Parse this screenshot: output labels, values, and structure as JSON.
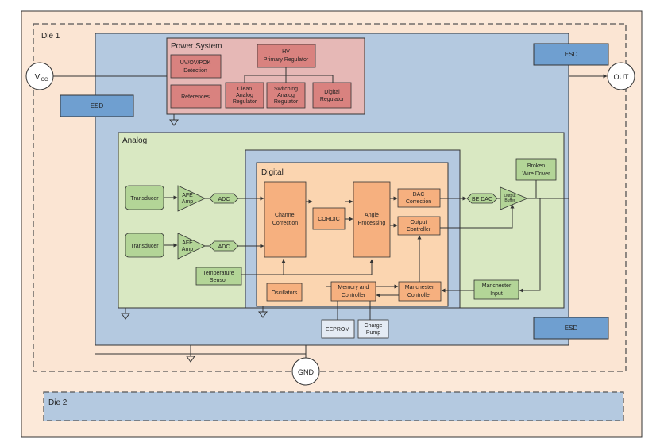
{
  "dies": {
    "die1": "Die 1",
    "die2": "Die 2"
  },
  "pins": {
    "vcc_main": "V",
    "vcc_sub": "CC",
    "out": "OUT",
    "gnd": "GND"
  },
  "esd": {
    "label": "ESD"
  },
  "power_system": {
    "title": "Power System",
    "uvovpok": [
      "UV/OV/POK",
      "Detection"
    ],
    "references": "References",
    "hv_regulator": [
      "HV",
      "Primary Regulator"
    ],
    "clean_analog": [
      "Clean",
      "Analog",
      "Regulator"
    ],
    "switching_analog": [
      "Switching",
      "Analog",
      "Regulator"
    ],
    "digital_regulator": [
      "Digital",
      "Regulator"
    ]
  },
  "analog": {
    "title": "Analog",
    "transducer": "Transducer",
    "afe_amp": [
      "AFE",
      "Amp"
    ],
    "adc": "ADC",
    "temperature_sensor": [
      "Temperature",
      "Sensor"
    ],
    "broken_wire": [
      "Broken",
      "Wire Driver"
    ],
    "be_dac": "BE DAC",
    "output_buffer": [
      "Output",
      "Buffer"
    ],
    "manchester_input": [
      "Manchester",
      "Input"
    ]
  },
  "digital": {
    "title": "Digital",
    "channel_correction": [
      "Channel",
      "Correction"
    ],
    "cordic": "CORDIC",
    "angle_processing": [
      "Angle",
      "Processing"
    ],
    "dac_correction": [
      "DAC",
      "Correction"
    ],
    "output_controller": [
      "Output",
      "Controller"
    ],
    "oscillators": "Oscillators",
    "memory_controller": [
      "Memory and",
      "Controller"
    ],
    "manchester_controller": [
      "Manchester",
      "Controller"
    ]
  },
  "external": {
    "eeprom": "EEPROM",
    "charge_pump": [
      "Charge",
      "Pump"
    ]
  },
  "colors": {
    "page_bg": "#fce9d9",
    "die_bg": "#fbe5d3",
    "die1_body": "#b4c9e0",
    "esd_fill": "#6f9fd0",
    "power_bg": "#e6b8b6",
    "power_block": "#d9827f",
    "analog_bg": "#d9e8c2",
    "analog_block": "#b3d597",
    "digital_outer": "#b4c9e0",
    "digital_bg": "#fbd5b0",
    "digital_block": "#f6b07f",
    "external_block": "#e4ebf4",
    "die2_body": "#b4c9e0"
  }
}
